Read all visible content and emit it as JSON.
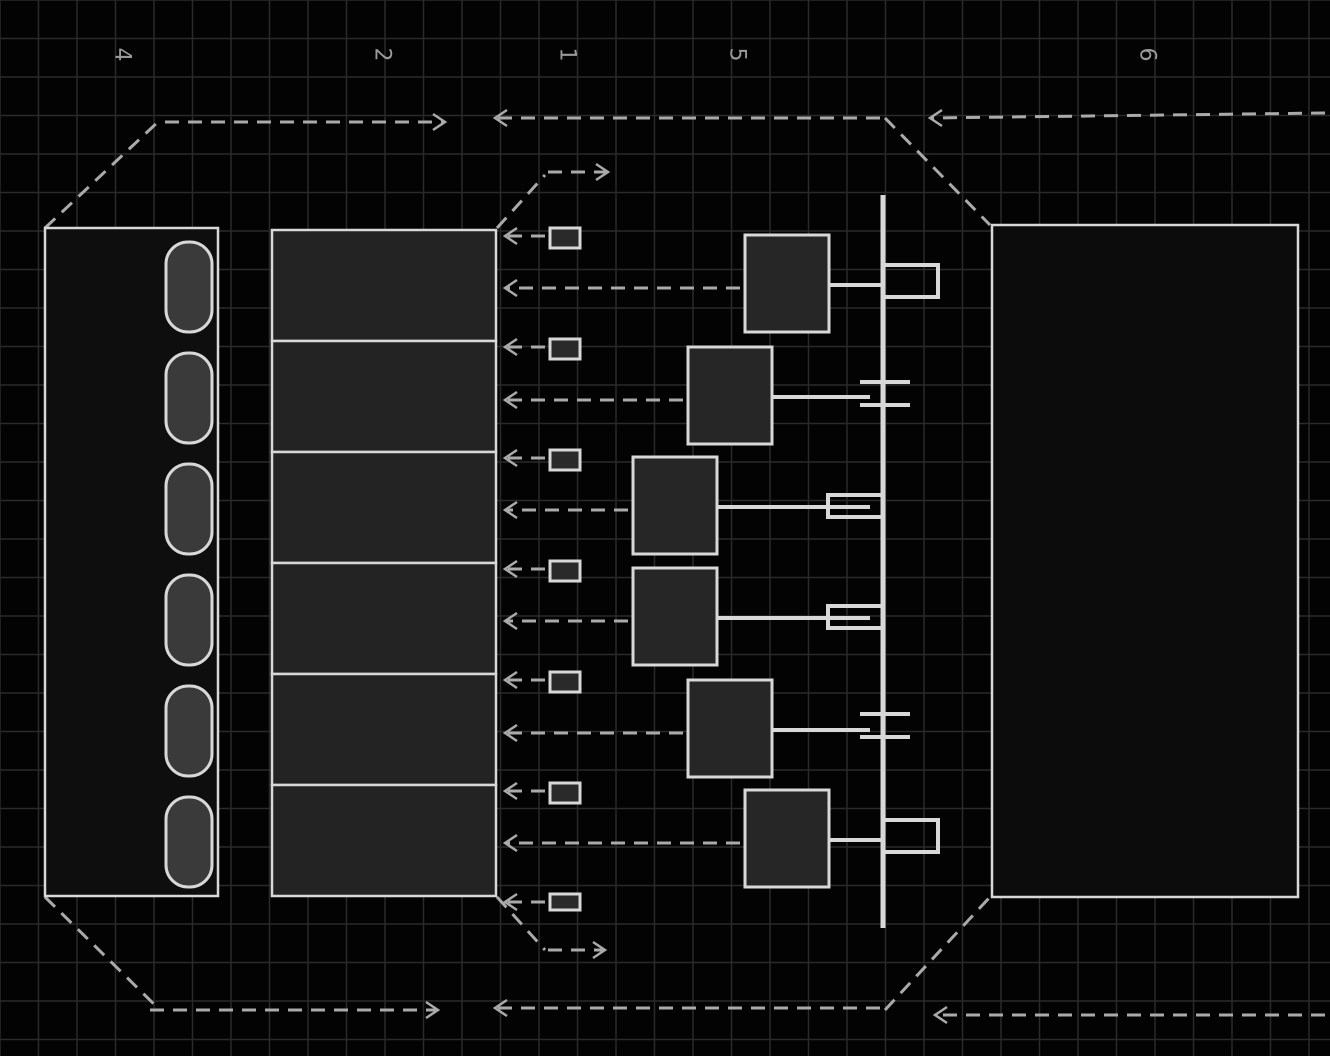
{
  "labels": [
    "4",
    "2",
    "1",
    "5",
    "6"
  ],
  "colors": {
    "background": "#030303",
    "grid": "#2a2a2a",
    "stroke": "#d8d8d8",
    "fill": "#1c1c1c"
  }
}
